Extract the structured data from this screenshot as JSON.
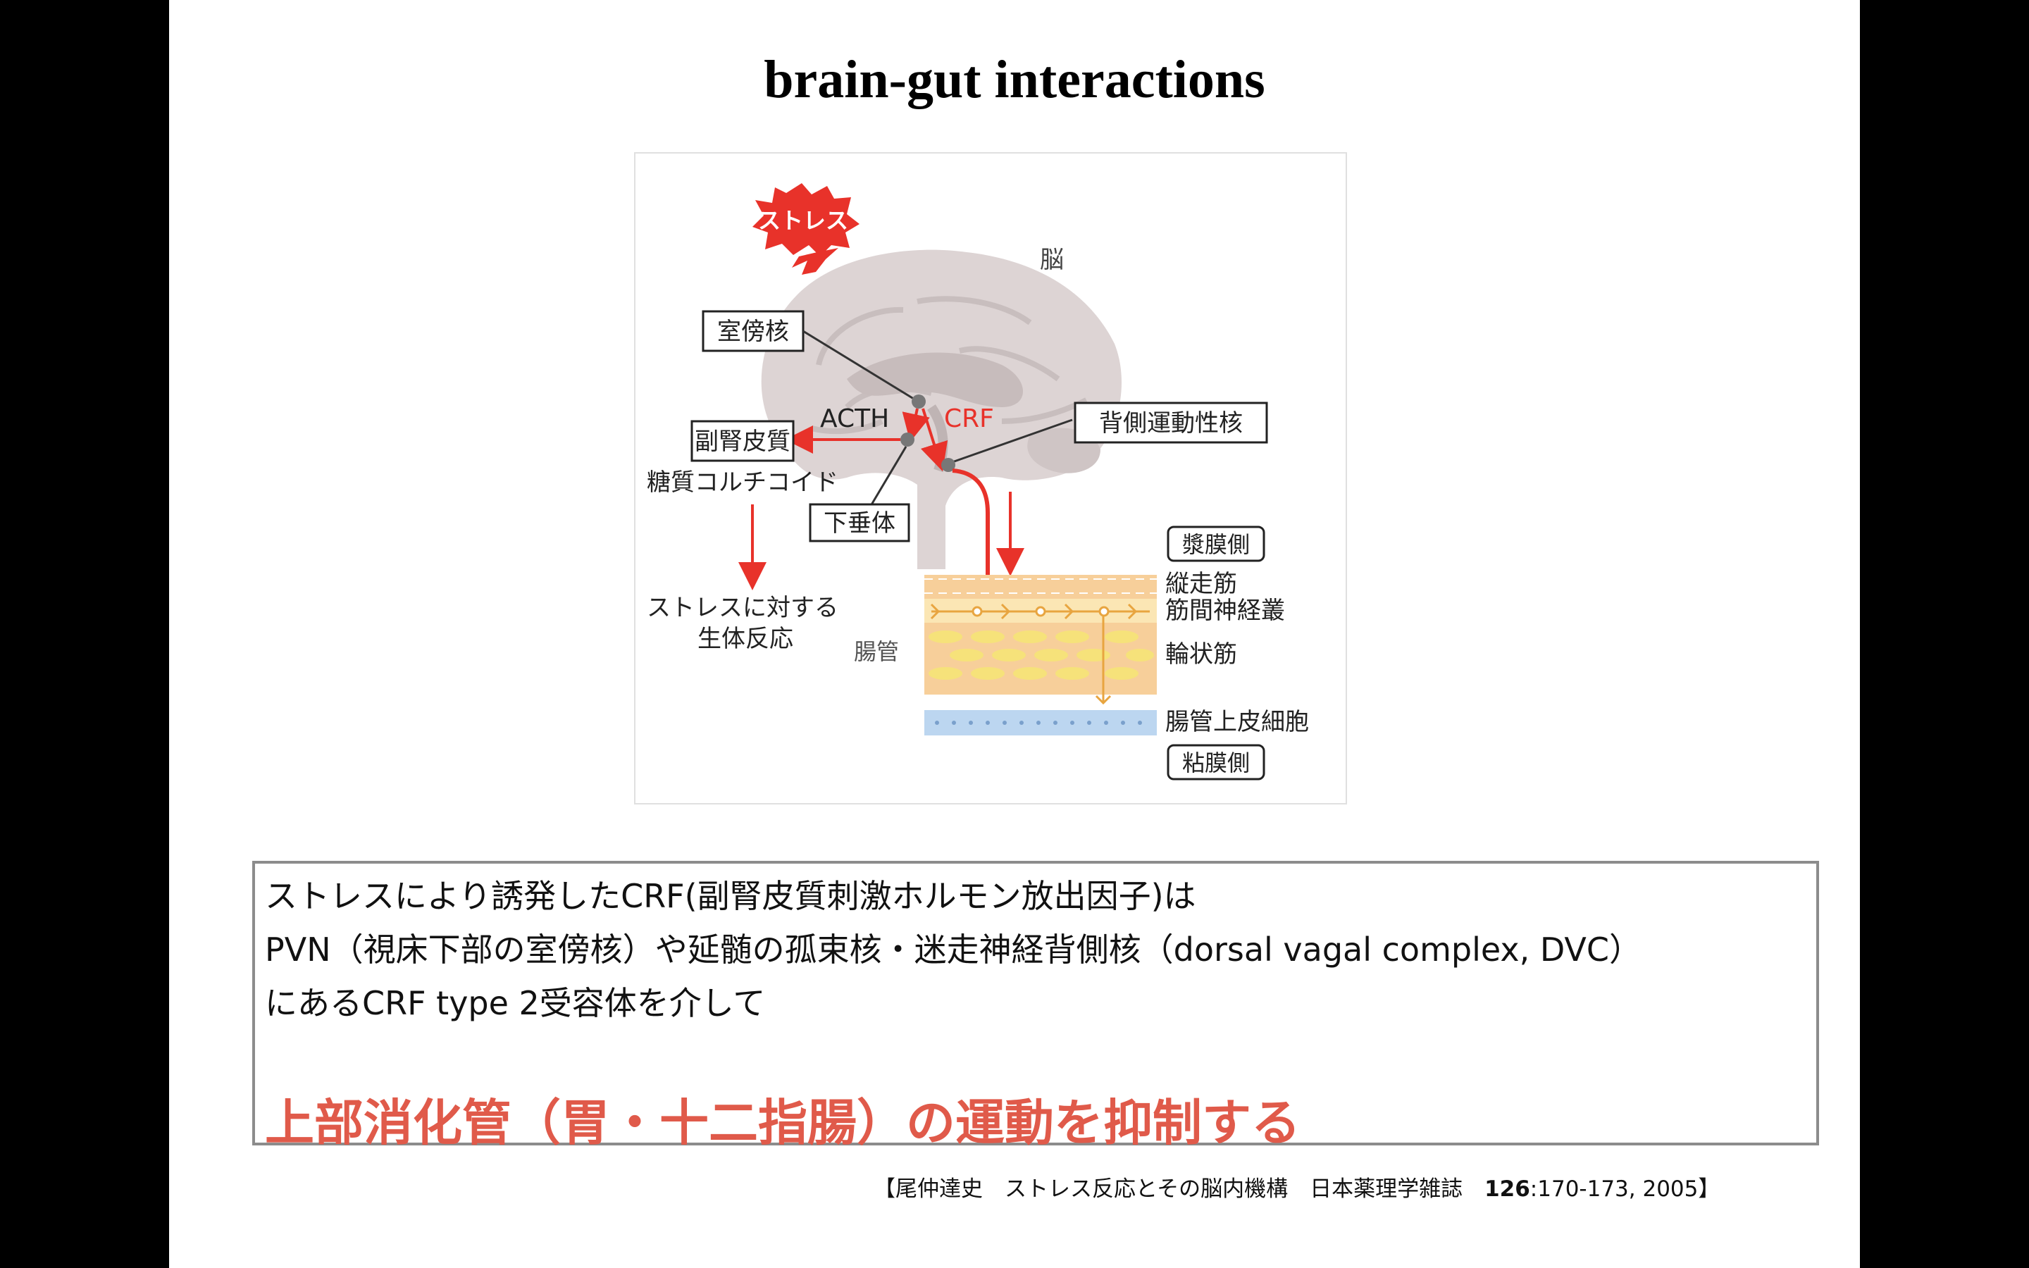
{
  "title": "brain-gut interactions",
  "diagram": {
    "stress_badge": "ストレス",
    "brain_label": "脳",
    "pvn_box": "室傍核",
    "acth_label": "ACTH",
    "crf_label": "CRF",
    "adrenal_box": "副腎皮質",
    "glucocorticoid_label": "糖質コルチコイド",
    "pituitary_box": "下垂体",
    "dvc_box": "背側運動性核",
    "stress_response_line1": "ストレスに対する",
    "stress_response_line2": "生体反応",
    "serosa_box": "漿膜側",
    "longitudinal_muscle": "縦走筋",
    "myenteric_plexus": "筋間神経叢",
    "circular_muscle": "輪状筋",
    "intestine_label": "腸管",
    "epithelium": "腸管上皮細胞",
    "mucosa_box": "粘膜側"
  },
  "text_box": {
    "line1": "ストレスにより誘発したCRF(副腎皮質刺激ホルモン放出因子)は",
    "line2": "PVN（視床下部の室傍核）や延髄の孤束核・迷走神経背側核（dorsal vagal complex, DVC）",
    "line3": "にあるCRF type 2受容体を介して",
    "emphasis": "上部消化管（胃・十二指腸）の運動を抑制する"
  },
  "citation": {
    "prefix": "【尾仲達史　ストレス反応とその脳内機構　日本薬理学雑誌　",
    "volume": "126",
    "suffix": ":170-173, 2005】"
  },
  "colors": {
    "background": "#000000",
    "slide": "#ffffff",
    "accent_red": "#e8322a",
    "emphasis_text": "#e05a4a",
    "brain_gray": "#d8d0d0",
    "muscle_orange": "#f7c98e",
    "muscle_yellow": "#f6e27a",
    "epithelium_blue": "#b8d4ee"
  }
}
